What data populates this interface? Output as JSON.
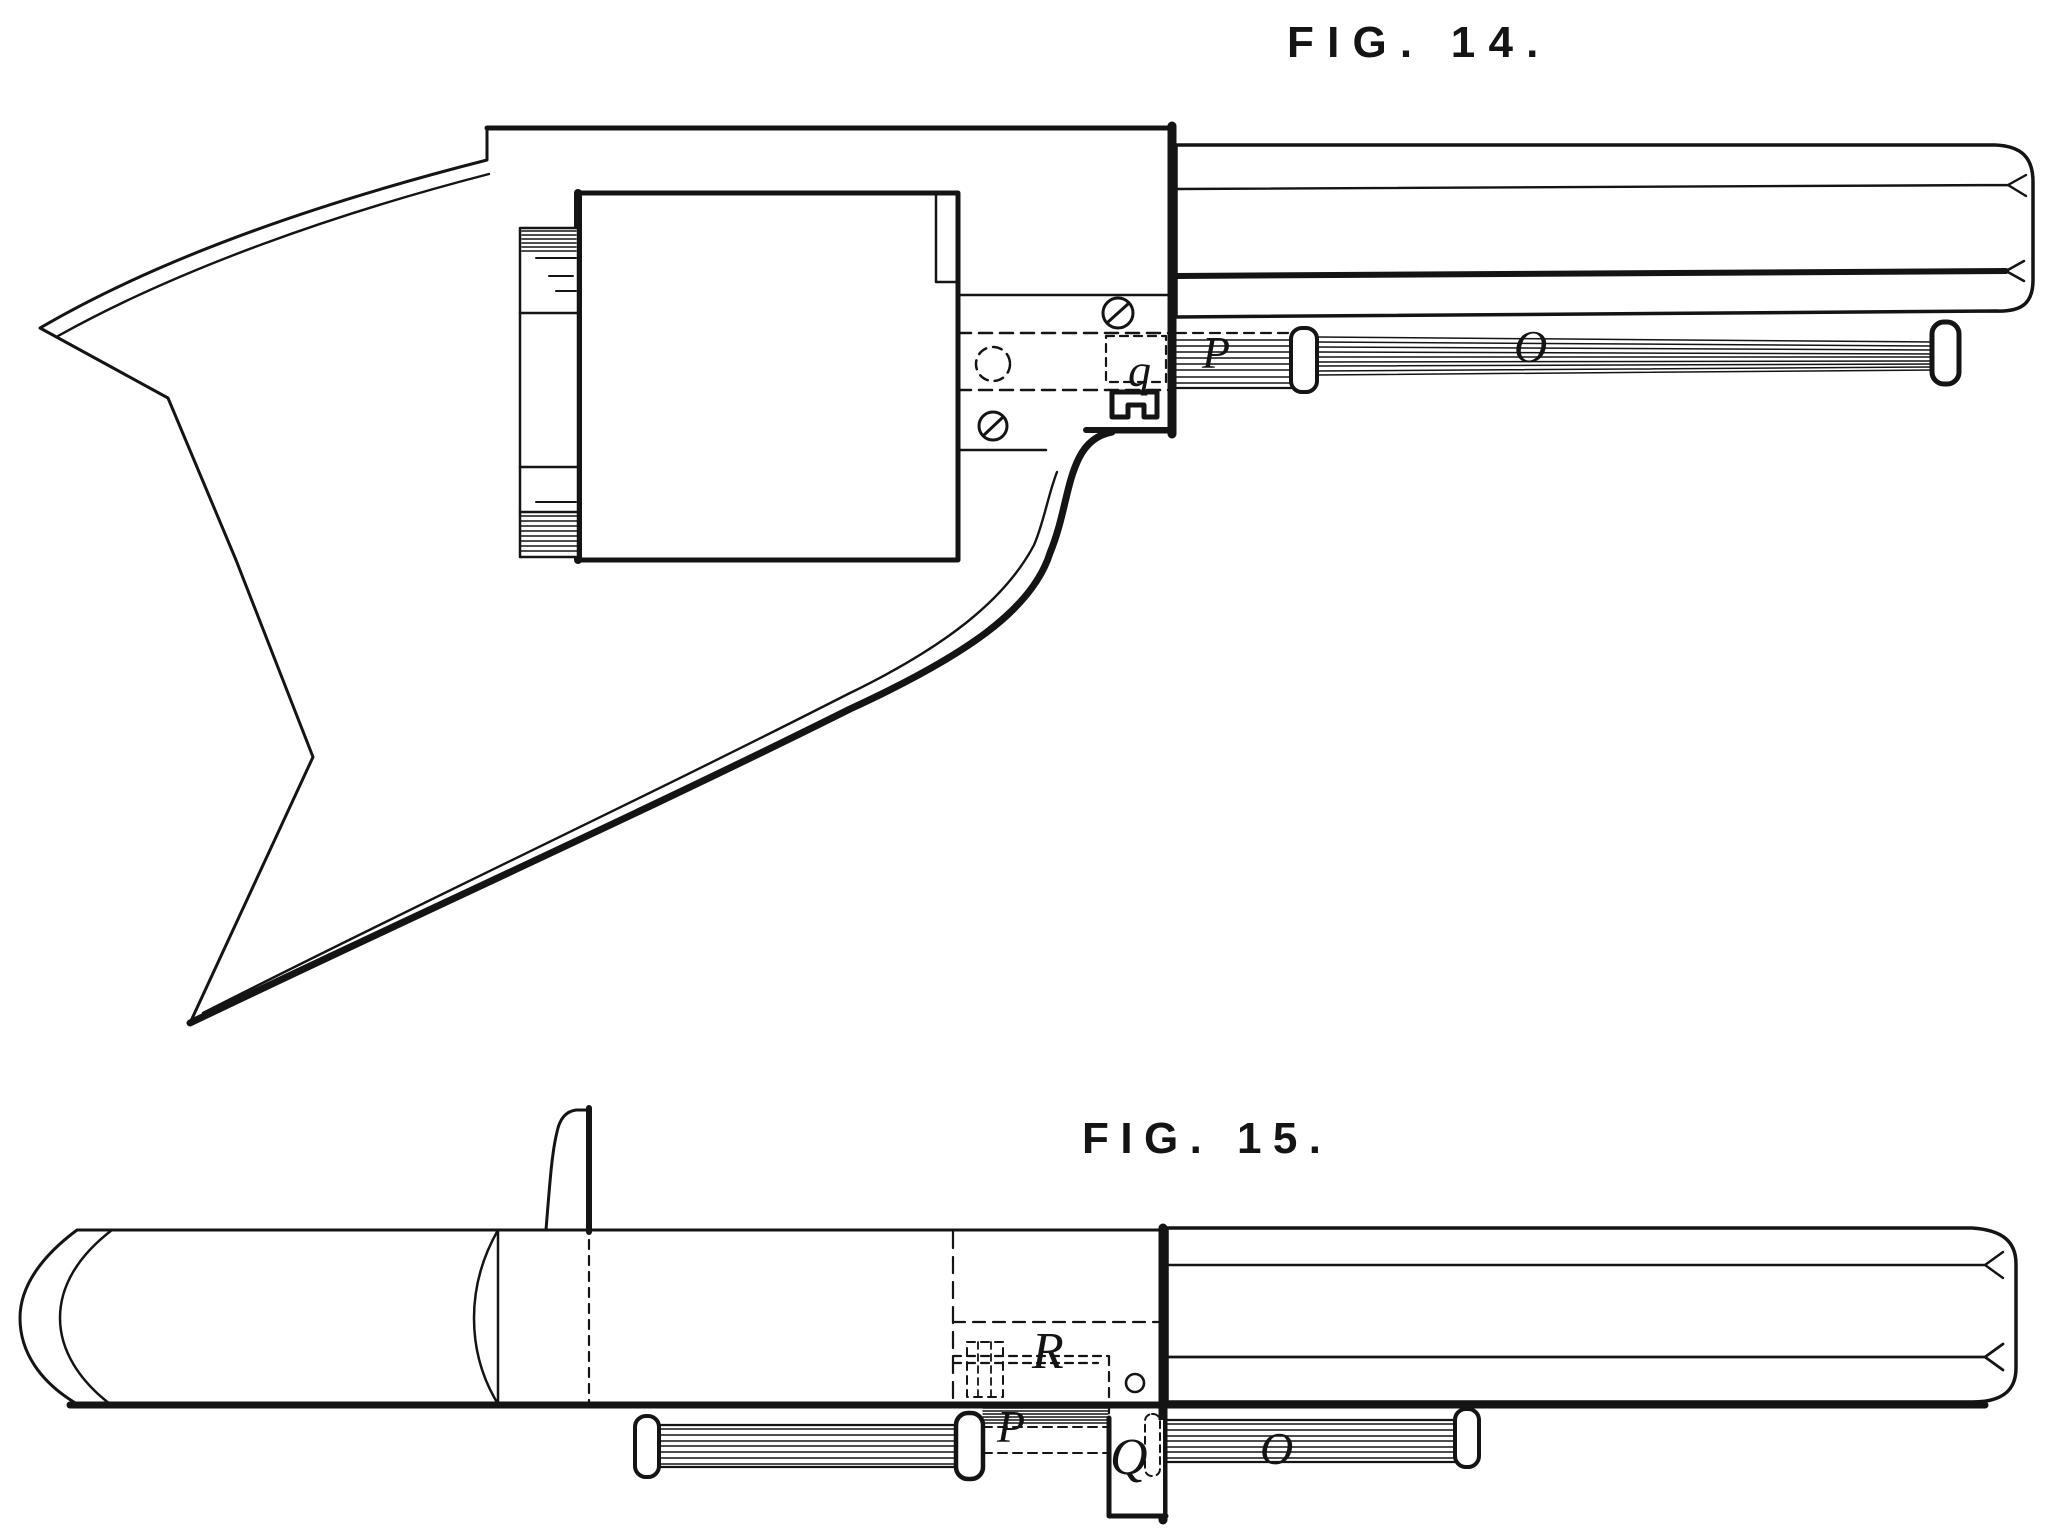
{
  "page": {
    "background": "#ffffff",
    "ink": "#141414"
  },
  "figures": [
    {
      "id": "fig14",
      "title": "FIG. 14.",
      "part_labels": [
        {
          "id": "q",
          "text": "q"
        },
        {
          "id": "P",
          "text": "P"
        },
        {
          "id": "O",
          "text": "O"
        }
      ]
    },
    {
      "id": "fig15",
      "title": "FIG. 15.",
      "part_labels": [
        {
          "id": "R",
          "text": "R"
        },
        {
          "id": "P",
          "text": "P"
        },
        {
          "id": "Q",
          "text": "Q"
        },
        {
          "id": "O",
          "text": "O"
        }
      ]
    }
  ]
}
